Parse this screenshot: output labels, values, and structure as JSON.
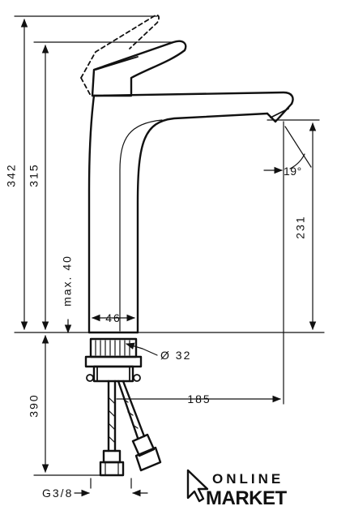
{
  "dimensions": {
    "overall_height": "342",
    "spout_height": "315",
    "max_deck": "max. 40",
    "spout_reach_height": "231",
    "body_width": "46",
    "hole_diameter": "Ø 32",
    "projection": "185",
    "hose_length": "390",
    "connection": "G3/8",
    "angle": "19°"
  },
  "logo": {
    "line1": "ONLINE",
    "line2": "MARKET"
  }
}
